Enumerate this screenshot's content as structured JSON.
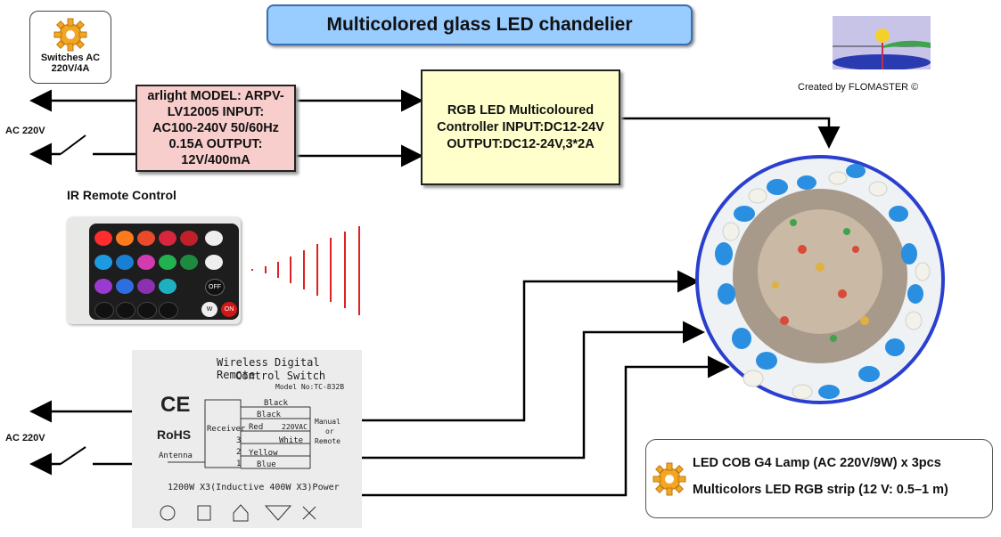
{
  "title": "Multicolored glass LED chandelier",
  "switch_box": {
    "label_line1": "Switches AC",
    "label_line2": "220V/4A",
    "icon": "gear-icon"
  },
  "power_supply": {
    "lines": [
      "arlight MODEL: ARPV-",
      "LV12005 INPUT:",
      "AC100-240V 50/60Hz",
      "0.15A OUTPUT:",
      "12V/400mA"
    ]
  },
  "controller": {
    "lines": [
      "RGB LED Multicoloured",
      "Controller INPUT:DC12-24V",
      "OUTPUT:DC12-24V,3*2A"
    ]
  },
  "ac_label_top": "AC 220V",
  "ac_label_bottom": "AC 220V",
  "ir_remote": {
    "label": "IR Remote Control",
    "side_buttons": [
      "OFF",
      "ON",
      "W"
    ]
  },
  "credit": "Created by FLOMASTER ©",
  "wireless_switch": {
    "title_line1": "Wireless Digital Remote",
    "title_line2": "Control Switch",
    "model": "Model No:TC-832B",
    "receiver": "Receiver",
    "antenna": "Antenna",
    "ce": "CE",
    "rohs": "RoHS",
    "wires": [
      "Black",
      "Black",
      "Red",
      "White",
      "Yellow",
      "Blue"
    ],
    "voltage": "220VAC",
    "manual_line1": "Manual",
    "manual_line2": "or",
    "manual_line3": "Remote",
    "channel_numbers": [
      "3",
      "2",
      "1"
    ],
    "power": "1200W X3(Inductive 400W X3)Power"
  },
  "notes": {
    "line1": "LED COB G4 Lamp (AC 220V/9W) x 3pcs",
    "line2": "Multicolors LED RGB strip (12 V: 0.5–1 m)",
    "icon": "gear-icon"
  },
  "colors": {
    "title_fill": "#99ccff",
    "psu_fill": "#f8cecc",
    "controller_fill": "#ffffcc",
    "signal_red": "#e02020",
    "bowl_rim": "#2b3fcf"
  }
}
